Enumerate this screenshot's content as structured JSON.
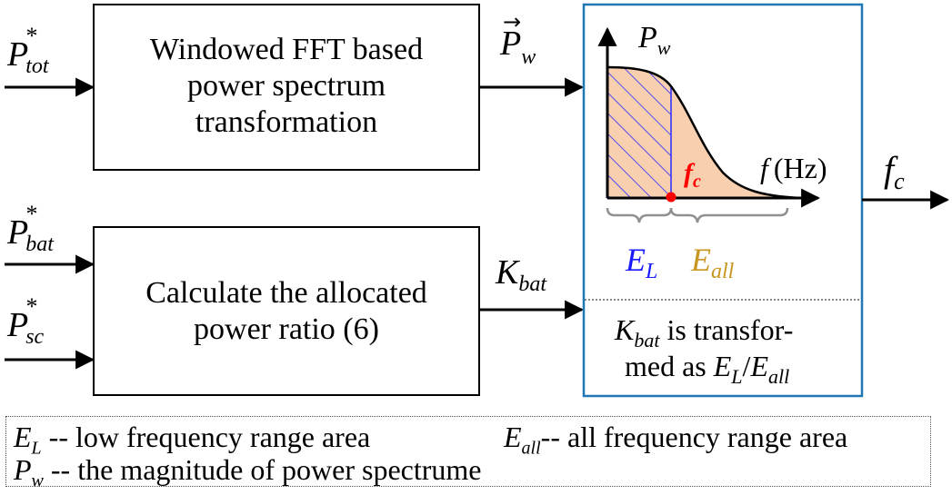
{
  "inputs": {
    "p_tot": {
      "base": "P",
      "sup": "*",
      "sub": "tot"
    },
    "p_bat": {
      "base": "P",
      "sup": "*",
      "sub": "bat"
    },
    "p_sc": {
      "base": "P",
      "sup": "*",
      "sub": "sc"
    }
  },
  "block1": {
    "lines": [
      "Windowed FFT based",
      "power spectrum",
      "transformation"
    ]
  },
  "block2": {
    "lines": [
      "Calculate the allocated",
      "power ratio (6)"
    ]
  },
  "signals": {
    "pw_vector": {
      "base": "P",
      "accent": "→",
      "sub": "w"
    },
    "k_bat": {
      "base": "K",
      "sub": "bat"
    },
    "output_fc": {
      "base": "f",
      "sub": "c"
    }
  },
  "spectrum_plot": {
    "y_axis_label": {
      "base": "P",
      "sub": "w"
    },
    "x_axis_label": {
      "var": "f",
      "unit": "(Hz)"
    },
    "cutoff_label": {
      "base": "f",
      "sub": "c"
    },
    "el_label": {
      "base": "E",
      "sub": "L"
    },
    "eall_label": {
      "base": "E",
      "sub": "all"
    },
    "note": {
      "line1_var": {
        "base": "K",
        "sub": "bat"
      },
      "line1_text": " is transfor-",
      "line2_text": "med as ",
      "line2_ratio": {
        "n_base": "E",
        "n_sub": "L",
        "slash": "/",
        "d_base": "E",
        "d_sub": "all"
      }
    }
  },
  "legend": {
    "el": {
      "base": "E",
      "sub": "L",
      "text": " -- low frequency range area"
    },
    "eall": {
      "base": "E",
      "sub": "all",
      "text": "-- all frequency range area"
    },
    "pw": {
      "base": "P",
      "sub": "w",
      "text": " -- the magnitude of power spectrume"
    }
  },
  "colors": {
    "box_border": "#000000",
    "panel_border": "#1f77b4",
    "low_freq_hatch": "#2a2aff",
    "all_freq_fill": "#f8d0b0",
    "cutoff_point": "#ff0000",
    "el_label": "#1a1aff",
    "eall_label": "#c8961e",
    "brace": "#909090"
  }
}
